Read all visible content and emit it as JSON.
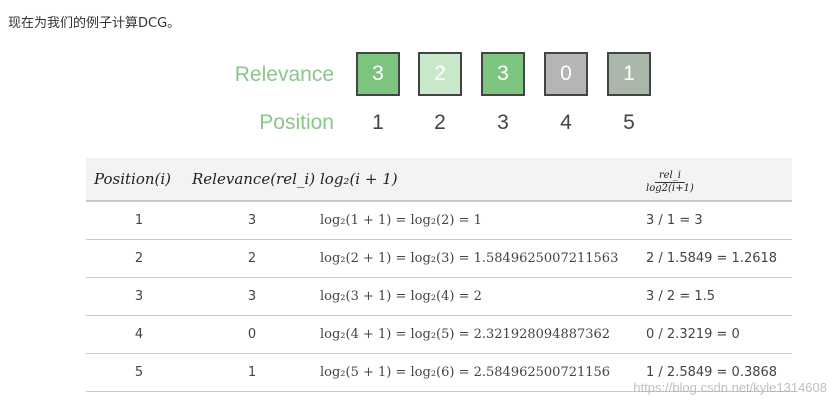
{
  "intro": "现在为我们的例子计算DCG。",
  "figure": {
    "relevance_label": "Relevance",
    "position_label": "Position",
    "boxes": [
      {
        "value": "3",
        "color": "#7dc57e"
      },
      {
        "value": "2",
        "color": "#c9e8c9"
      },
      {
        "value": "3",
        "color": "#7dc57e"
      },
      {
        "value": "0",
        "color": "#b5b5b5"
      },
      {
        "value": "1",
        "color": "#a9b8a9"
      }
    ],
    "positions": [
      "1",
      "2",
      "3",
      "4",
      "5"
    ]
  },
  "table": {
    "headers": [
      "Position(i)",
      "Relevance(rel_i)",
      "log₂(i + 1)",
      "rel_i / log₂(i+1)"
    ],
    "header_frac_num": "rel_i",
    "header_frac_den": "log2(i+1)",
    "rows": [
      [
        "1",
        "3",
        "log₂(1 + 1) = log₂(2) = 1",
        "3 / 1 = 3"
      ],
      [
        "2",
        "2",
        "log₂(2 + 1) = log₂(3) = 1.5849625007211563",
        "2 / 1.5849 = 1.2618"
      ],
      [
        "3",
        "3",
        "log₂(3 + 1) = log₂(4) = 2",
        "3 / 2 = 1.5"
      ],
      [
        "4",
        "0",
        "log₂(4 + 1) = log₂(5) = 2.321928094887362",
        "0 / 2.3219 = 0"
      ],
      [
        "5",
        "1",
        "log₂(5 + 1) = log₂(6) = 2.584962500721156",
        "1 / 2.5849 = 0.3868"
      ]
    ]
  },
  "watermark": "https://blog.csdn.net/kyle1314608"
}
